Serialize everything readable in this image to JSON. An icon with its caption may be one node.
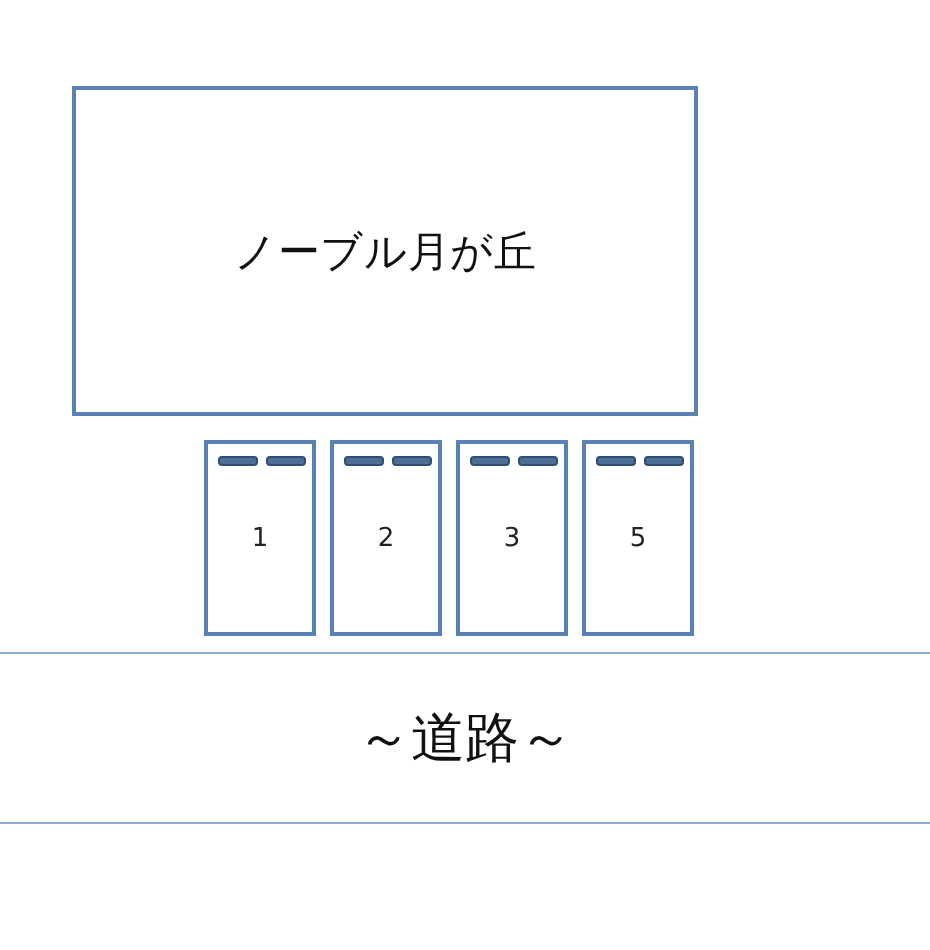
{
  "diagram": {
    "nodes": [
      {
        "text": [
          "ノーブル月が丘"
        ]
      },
      {
        "text": [
          "1"
        ]
      },
      {
        "text": [
          "2"
        ]
      },
      {
        "text": [
          "3"
        ]
      },
      {
        "text": [
          "5"
        ]
      },
      {
        "text": [
          "～道路～"
        ]
      }
    ]
  }
}
